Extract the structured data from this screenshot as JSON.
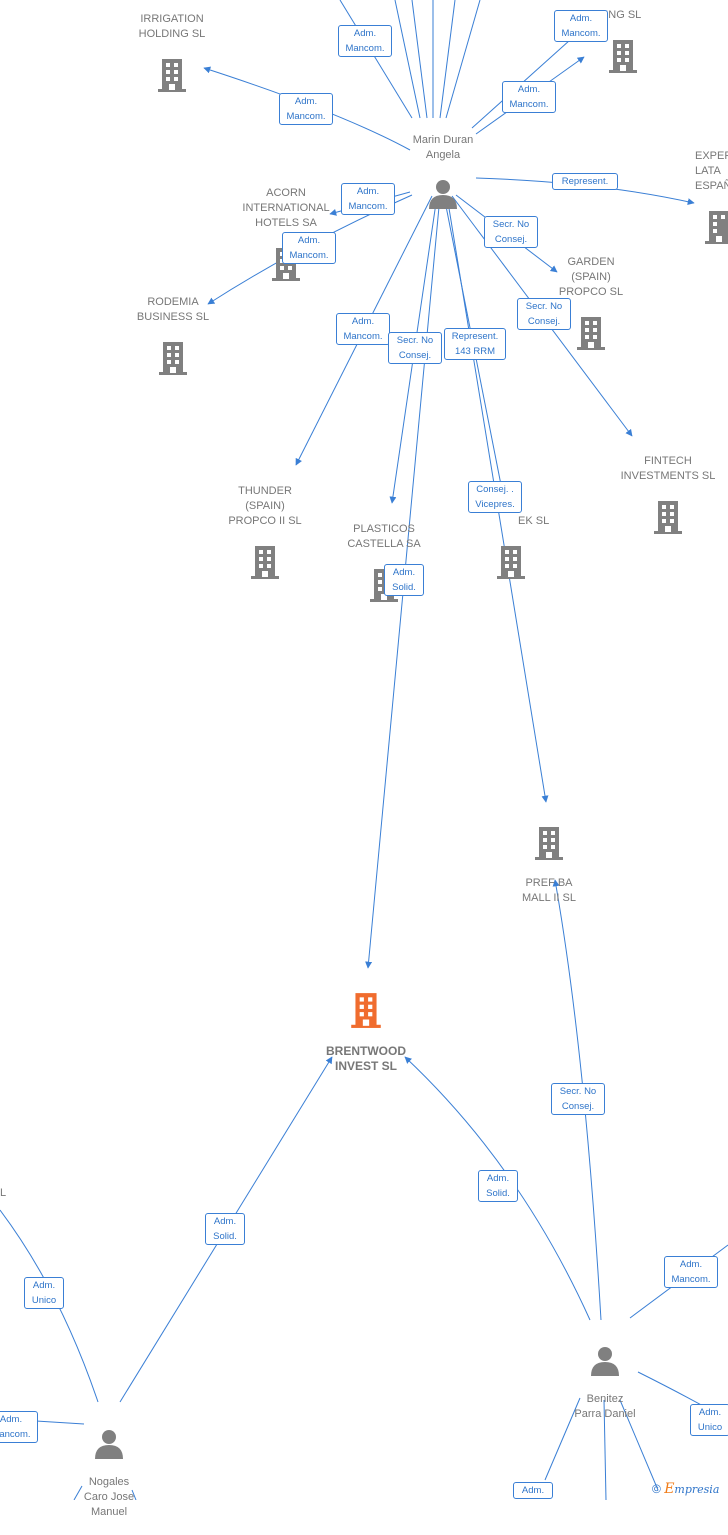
{
  "colors": {
    "edge": "#3a7fd5",
    "company": "#808080",
    "company_main": "#f06c2e",
    "person": "#808080"
  },
  "nodes": [
    {
      "id": "irrigation",
      "type": "company",
      "label": "IRRIGATION\nHOLDING SL",
      "icon": "building-icon"
    },
    {
      "id": "holding",
      "type": "company",
      "label": "HOLDING  SL",
      "icon": "building-icon"
    },
    {
      "id": "expert",
      "type": "company",
      "label": "EXPER\nLATA\nESPAÑ",
      "icon": "building-icon"
    },
    {
      "id": "marin",
      "type": "person",
      "label": "Marin Duran\nAngela",
      "icon": "person-icon"
    },
    {
      "id": "acorn",
      "type": "company",
      "label": "ACORN\nINTERNATIONAL\nHOTELS SA",
      "icon": "building-icon"
    },
    {
      "id": "garden",
      "type": "company",
      "label": "GARDEN\n(SPAIN)\nPROPCO  SL",
      "icon": "building-icon"
    },
    {
      "id": "rodemia",
      "type": "company",
      "label": "RODEMIA\nBUSINESS  SL",
      "icon": "building-icon"
    },
    {
      "id": "fintech",
      "type": "company",
      "label": "FINTECH\nINVESTMENTS SL",
      "icon": "building-icon"
    },
    {
      "id": "thunder",
      "type": "company",
      "label": "THUNDER\n(SPAIN)\nPROPCO II  SL",
      "icon": "building-icon"
    },
    {
      "id": "plasticos",
      "type": "company",
      "label": "PLASTICOS\nCASTELLA SA",
      "icon": "building-icon"
    },
    {
      "id": "ek",
      "type": "company",
      "label": "EK SL",
      "icon": "building-icon"
    },
    {
      "id": "prefba",
      "type": "company",
      "label": "PREF BA\nMALL II SL",
      "icon": "building-icon"
    },
    {
      "id": "brentwood",
      "type": "company_main",
      "label": "BRENTWOOD\nINVEST  SL",
      "icon": "building-icon"
    },
    {
      "id": "benitez",
      "type": "person",
      "label": "Benitez\nParra Daniel",
      "icon": "person-icon"
    },
    {
      "id": "nogales",
      "type": "person",
      "label": "Nogales\nCaro Jose\nManuel",
      "icon": "person-icon"
    },
    {
      "id": "offleft",
      "type": "company",
      "label": "L",
      "icon": ""
    }
  ],
  "edge_labels": [
    "Adm.\nMancom.",
    "Adm.\nMancom.",
    "Adm.\nMancom.",
    "Adm.\nMancom.",
    "Represent.",
    "Adm.\nMancom.",
    "Secr.  No\nConsej.",
    "Adm.\nMancom.",
    "Secr.  No\nConsej.",
    "Adm.\nMancom.",
    "Secr.  No\nConsej.",
    "Represent.\n143 RRM",
    "Consej. .\nVicepres.",
    "Adm.\nSolid.",
    "Secr.  No\nConsej.",
    "Adm.\nSolid.",
    "Adm.\nSolid.",
    "Adm.\nMancom.",
    "Adm.\nUnico",
    "Adm.\nUnico",
    "Adm.\nMancom.",
    "Adm."
  ],
  "footer": {
    "copyright": "©",
    "brand_e": "E",
    "brand_rest": "mpresia"
  }
}
